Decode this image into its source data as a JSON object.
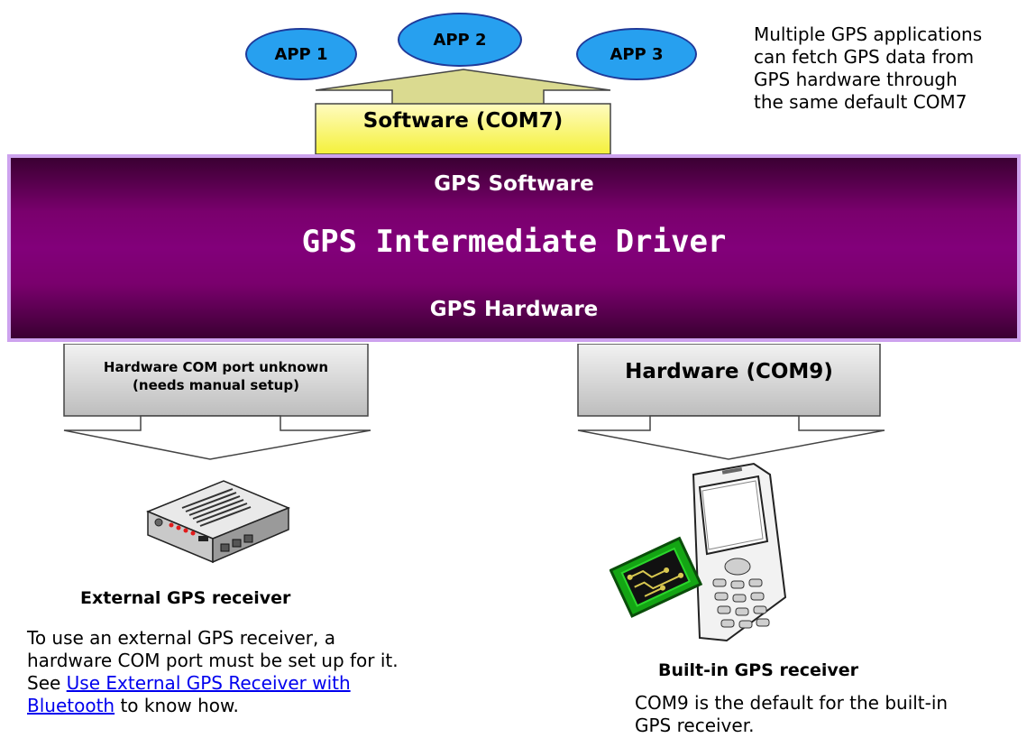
{
  "apps": [
    "APP 1",
    "APP 2",
    "APP 3"
  ],
  "top_note": [
    "Multiple GPS applications",
    "can fetch GPS data from",
    "GPS hardware through",
    "the same default COM7"
  ],
  "software_port": {
    "label": "Software (",
    "port": "COM7",
    "close": ")"
  },
  "driver": {
    "top": "GPS Software",
    "title": "GPS Intermediate Driver",
    "bottom": "GPS Hardware"
  },
  "hardware_unknown": {
    "line1": "Hardware COM port unknown",
    "line2": "(needs manual setup)"
  },
  "hardware_port": {
    "label": "Hardware (",
    "port": "COM9",
    "close": ")"
  },
  "external": {
    "caption": "External GPS receiver",
    "desc_before": "To use an external GPS receiver, a hardware COM port must be set up for it. See ",
    "link": "Use External GPS Receiver with Bluetooth",
    "desc_after": " to know how."
  },
  "builtin": {
    "caption": "Built-in GPS receiver",
    "desc": "COM9 is the default for the built-in GPS receiver."
  },
  "colors": {
    "app_fill": "#27a0ef",
    "software_arrow": "#fafa6c",
    "driver_band": "#82007a",
    "hardware_arrow": "#c8c8c8"
  }
}
